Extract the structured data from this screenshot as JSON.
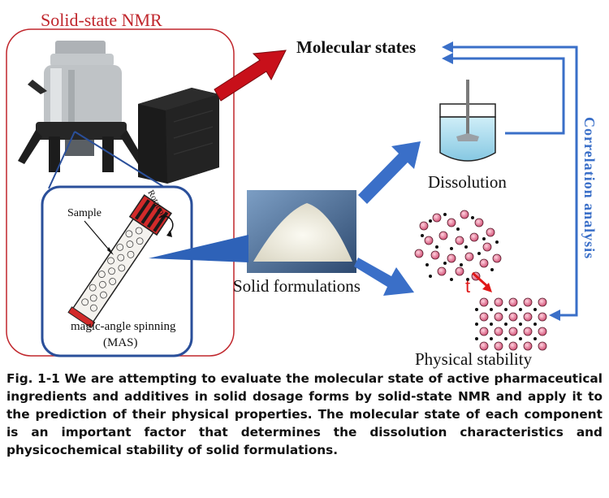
{
  "labels": {
    "nmr_title": "Solid-state NMR",
    "molecular_states": "Molecular states",
    "dissolution": "Dissolution",
    "solid_formulations": "Solid formulations",
    "physical_stability": "Physical stability",
    "sample": "Sample",
    "rotation": "Rotation",
    "mas_line1": "magic-angle spinning",
    "mas_line2": "(MAS)",
    "time_symbol": "t",
    "correlation": "Correlation analysis"
  },
  "caption": "Fig. 1-1 We are attempting to evaluate the molecular state of active pharmaceutical  ingredients and additives in solid dosage forms by solid-state NMR and apply it to the prediction of their physical properties. The molecular state of each component is an important factor that determines the dissolution characteristics and physicochemical stability of solid formulations.",
  "colors": {
    "frame_red": "#c0262c",
    "arrow_red": "#c8101a",
    "arrow_blue": "#3a6fc8",
    "rotor_red": "#d22a2a",
    "particle_pink": "#e87b9a"
  },
  "icons": {
    "magnet": "nmr-magnet-icon",
    "console": "spectrometer-console-icon",
    "rotor": "mas-rotor-icon",
    "powder": "powder-pile-icon",
    "beaker": "dissolution-beaker-icon",
    "amorphous": "amorphous-particles-icon",
    "crystal": "crystalline-lattice-icon"
  }
}
